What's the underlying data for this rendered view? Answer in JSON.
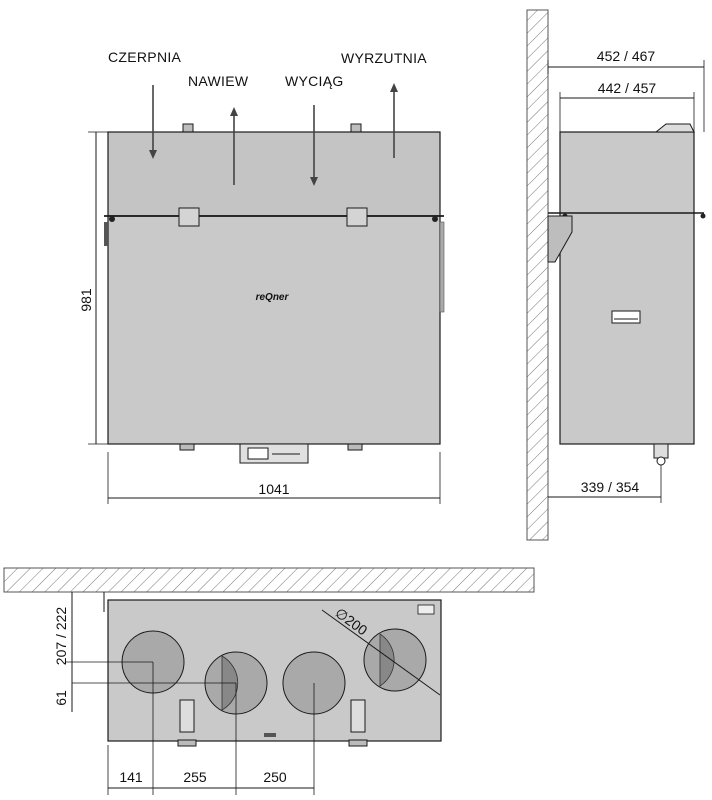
{
  "front_view": {
    "labels": {
      "czerpnia": "CZERPNIA",
      "nawiew": "NAWIEW",
      "wyciag": "WYCIĄG",
      "wyrzutnia": "WYRZUTNIA"
    },
    "logo_text": "reQner",
    "height_dim": "981",
    "width_dim": "1041"
  },
  "side_view": {
    "depth_outer": "452 / 467",
    "depth_inner": "442 / 457",
    "spigot_offset": "339 / 354"
  },
  "bottom_view": {
    "diameter": "∅200",
    "offset_vertical": "207 / 222",
    "offset_small": "61",
    "spacing_1": "141",
    "spacing_2": "255",
    "spacing_3": "250"
  },
  "colors": {
    "body_fill": "#c9c9c9",
    "lid_fill": "#c4c4c4",
    "duct_fill": "#a9a9a9",
    "line": "#1a1a1a",
    "hatch": "#777777"
  }
}
